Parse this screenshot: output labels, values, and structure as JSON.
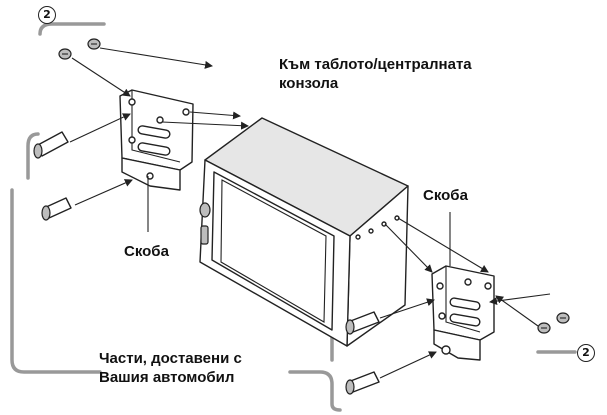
{
  "labels": {
    "console": "Към таблото/централната\nконзола",
    "bracket_left": "Скоба",
    "bracket_right": "Скоба",
    "vehicle_parts": "Части, доставени с\nВашия автомобил",
    "callout_top": "2",
    "callout_bottom": "2"
  },
  "colors": {
    "line": "#222222",
    "bracket_group": "#999999",
    "fill_light": "#e6e6e6"
  },
  "icons": [
    "screw-icon",
    "bolt-icon",
    "arrow-icon"
  ]
}
